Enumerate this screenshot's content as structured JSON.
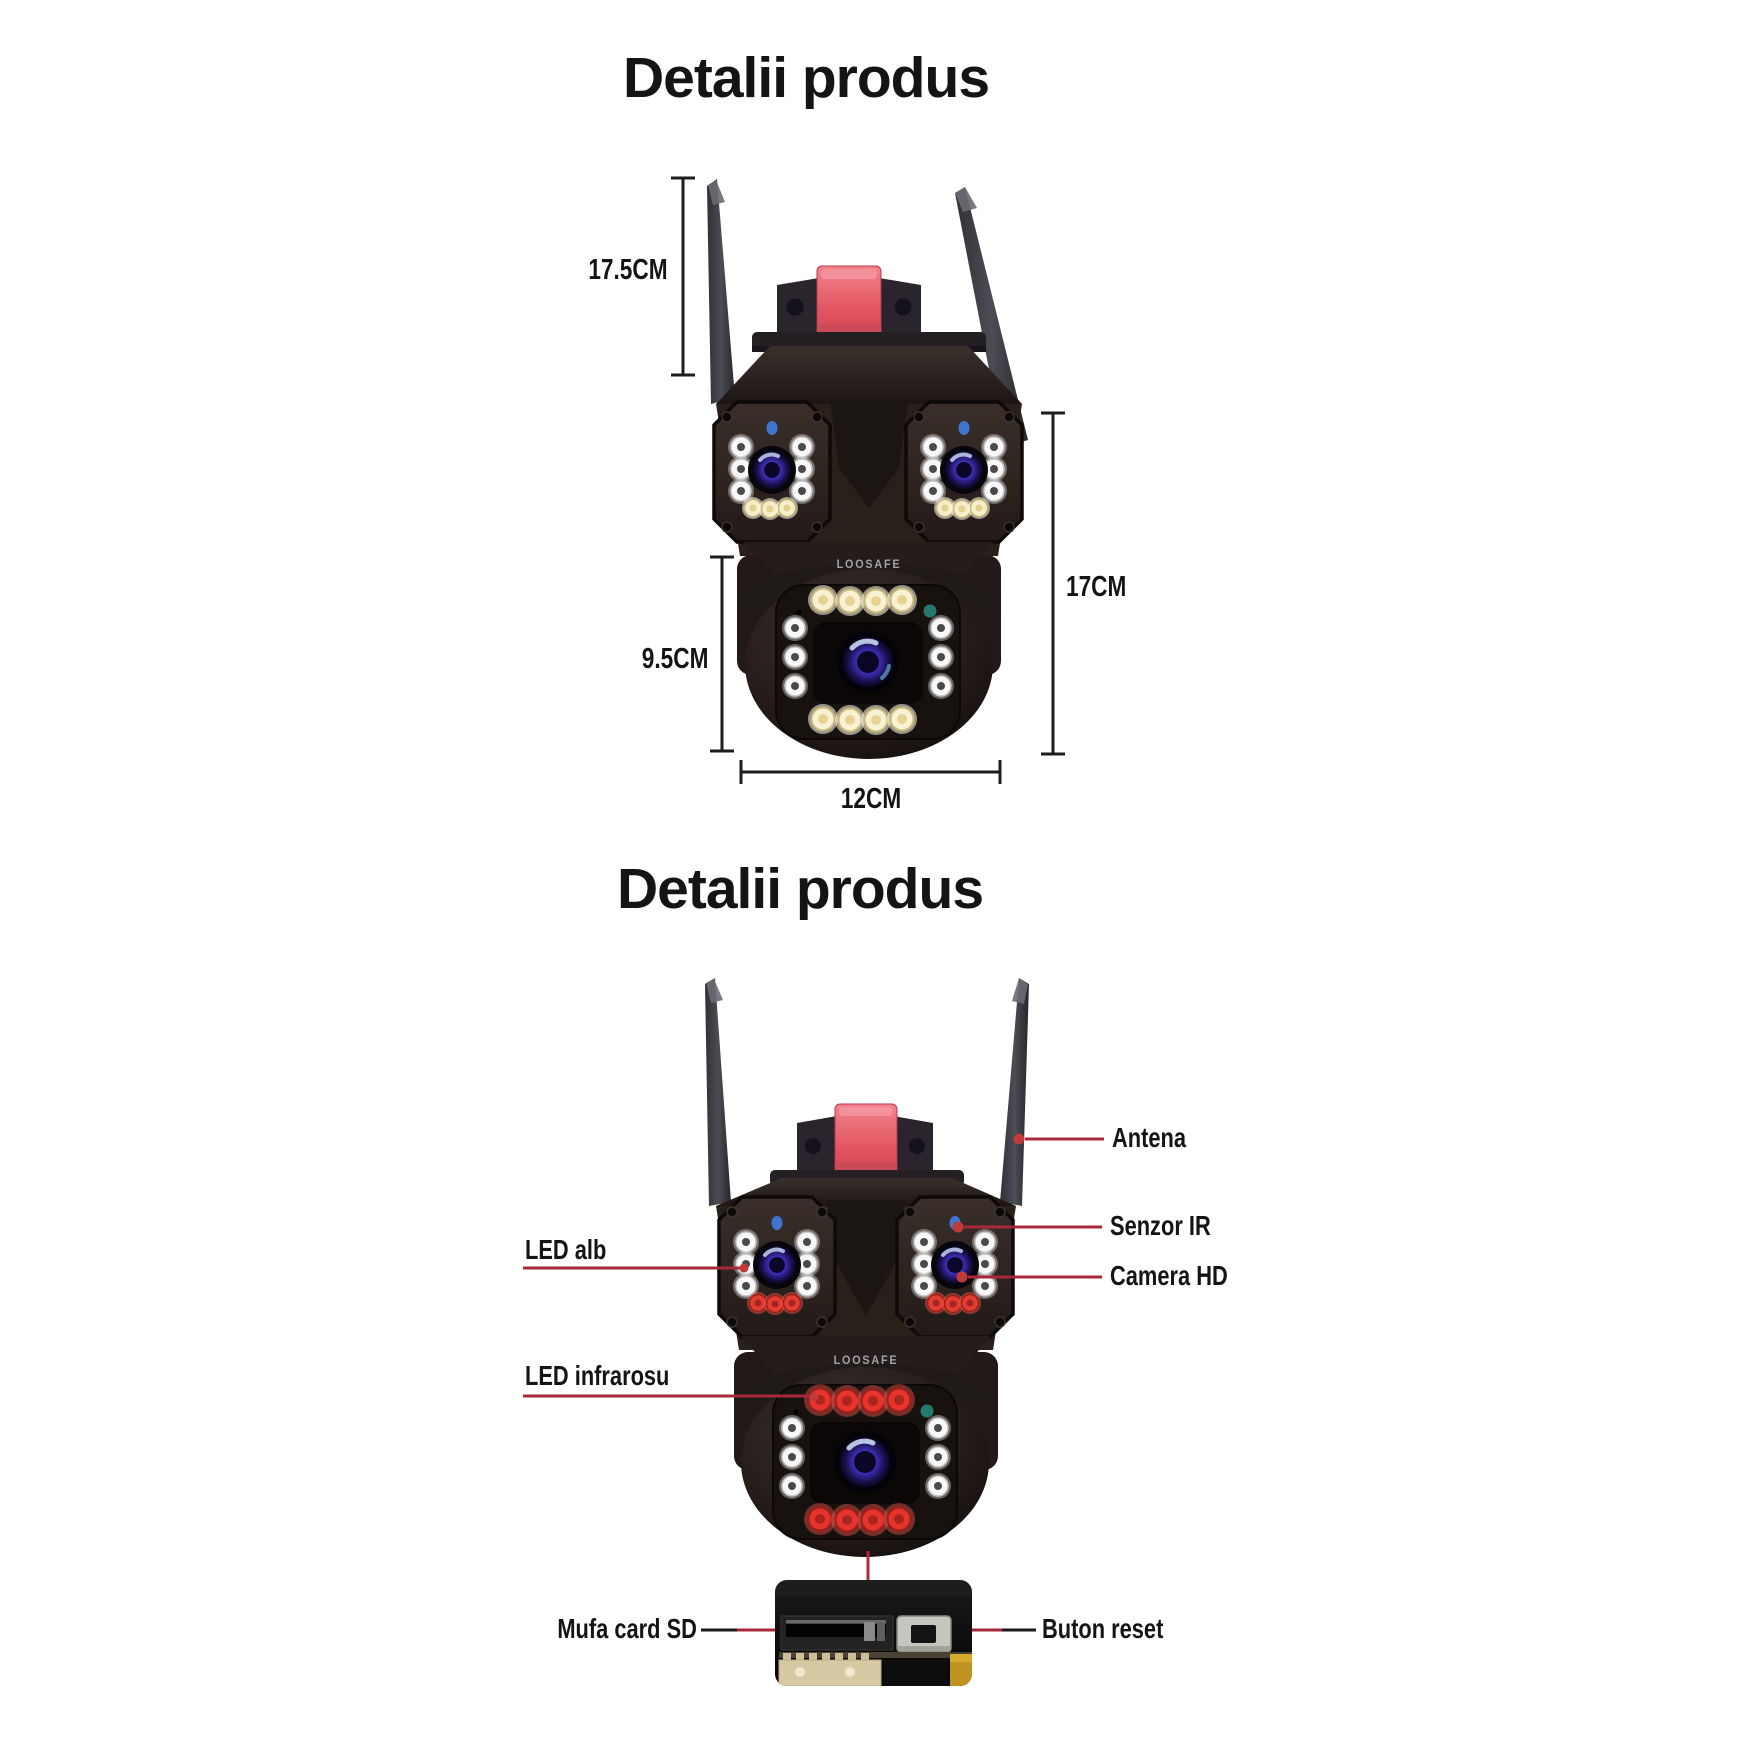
{
  "titles": {
    "section1": "Detalii produs",
    "section2": "Detalii produs"
  },
  "brand": "LOOSAFE",
  "dimensions": {
    "antenna_height": "17.5CM",
    "body_height": "17CM",
    "ball_height": "9.5CM",
    "base_width": "12CM"
  },
  "part_labels": {
    "antena": "Antena",
    "senzor_ir": "Senzor IR",
    "camera_hd": "Camera HD",
    "led_alb": "LED alb",
    "led_infrarosu": "LED infrarosu",
    "mufa_card_sd": "Mufa card SD",
    "buton_reset": "Buton reset"
  },
  "colors": {
    "background": "#ffffff",
    "dimension_line": "#1d1d1d",
    "leader_line_red": "#a8283a",
    "leader_dot_red": "#c13a3a",
    "bracket_red": "#e25560",
    "led_red": "#e23a31",
    "led_warm": "#f6eecb",
    "led_white": "#f8f8f8",
    "sensor_ir_blue": "#3f74cf",
    "sensor_teal": "#26786f",
    "camera_body_dark": "#241d1b",
    "text_color": "#141414"
  }
}
